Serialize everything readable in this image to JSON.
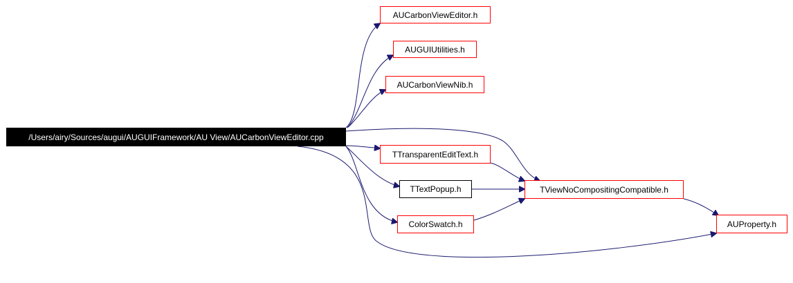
{
  "colors": {
    "edge": "#191970",
    "linked_border": "#ff0000",
    "plain_border": "#000000",
    "root_fill": "#000000",
    "root_text": "#ffffff"
  },
  "nodes": [
    {
      "id": "root",
      "label": "/Users/airy/Sources/augui/AUGUIFramework/AU View/AUCarbonViewEditor.cpp",
      "style": "root"
    },
    {
      "id": "carbonvieweditor_h",
      "label": "AUCarbonViewEditor.h",
      "style": "red"
    },
    {
      "id": "guiutilities_h",
      "label": "AUGUIUtilities.h",
      "style": "red"
    },
    {
      "id": "carbonviewnib_h",
      "label": "AUCarbonViewNib.h",
      "style": "red"
    },
    {
      "id": "transparentedittext_h",
      "label": "TTransparentEditText.h",
      "style": "red"
    },
    {
      "id": "textpopup_h",
      "label": "TTextPopup.h",
      "style": "black"
    },
    {
      "id": "colorswatch_h",
      "label": "ColorSwatch.h",
      "style": "red"
    },
    {
      "id": "viewnocompositing_h",
      "label": "TViewNoCompositingCompatible.h",
      "style": "red"
    },
    {
      "id": "auproperty_h",
      "label": "AUProperty.h",
      "style": "red"
    }
  ],
  "edges": [
    {
      "from": "root",
      "to": "carbonvieweditor_h"
    },
    {
      "from": "root",
      "to": "guiutilities_h"
    },
    {
      "from": "root",
      "to": "carbonviewnib_h"
    },
    {
      "from": "root",
      "to": "transparentedittext_h"
    },
    {
      "from": "root",
      "to": "textpopup_h"
    },
    {
      "from": "root",
      "to": "colorswatch_h"
    },
    {
      "from": "root",
      "to": "viewnocompositing_h"
    },
    {
      "from": "root",
      "to": "auproperty_h"
    },
    {
      "from": "transparentedittext_h",
      "to": "viewnocompositing_h"
    },
    {
      "from": "textpopup_h",
      "to": "viewnocompositing_h"
    },
    {
      "from": "colorswatch_h",
      "to": "viewnocompositing_h"
    },
    {
      "from": "viewnocompositing_h",
      "to": "auproperty_h"
    }
  ]
}
